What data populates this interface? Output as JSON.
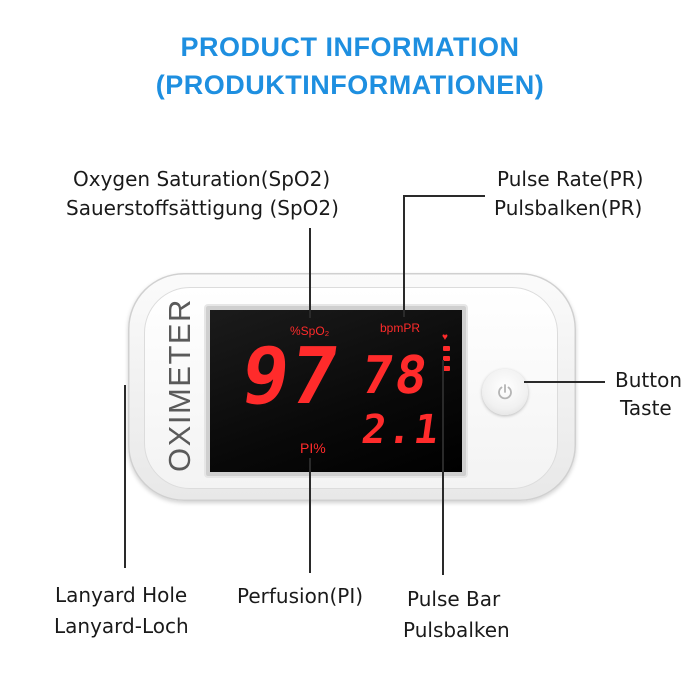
{
  "title": {
    "line1": "PRODUCT INFORMATION",
    "line2": "(PRODUKTINFORMATIONEN)"
  },
  "labels": {
    "spo2_en": "Oxygen Saturation(SpO2)",
    "spo2_de": "Sauerstoffsättigung (SpO2)",
    "pr_en": "Pulse Rate(PR)",
    "pr_de": "Pulsbalken(PR)",
    "button_en": "Button",
    "button_de": "Taste",
    "lanyard_en": "Lanyard Hole",
    "lanyard_de": "Lanyard-Loch",
    "perfusion": "Perfusion(PI)",
    "pulsebar_en": "Pulse Bar",
    "pulsebar_de": "Pulsbalken"
  },
  "device": {
    "brand": "OXIMETER",
    "display": {
      "spo2_unit": "%SpO₂",
      "pr_unit": "bpmPR",
      "pi_unit": "PI%",
      "spo2_value": "97",
      "pr_value": "78",
      "pi_value": "2.1"
    },
    "heart_icon": "heart-icon",
    "button_icon": "power-icon"
  },
  "colors": {
    "title": "#1e8fe0",
    "display_digits": "#ff2b2b",
    "label_text": "#1a1a1a"
  }
}
